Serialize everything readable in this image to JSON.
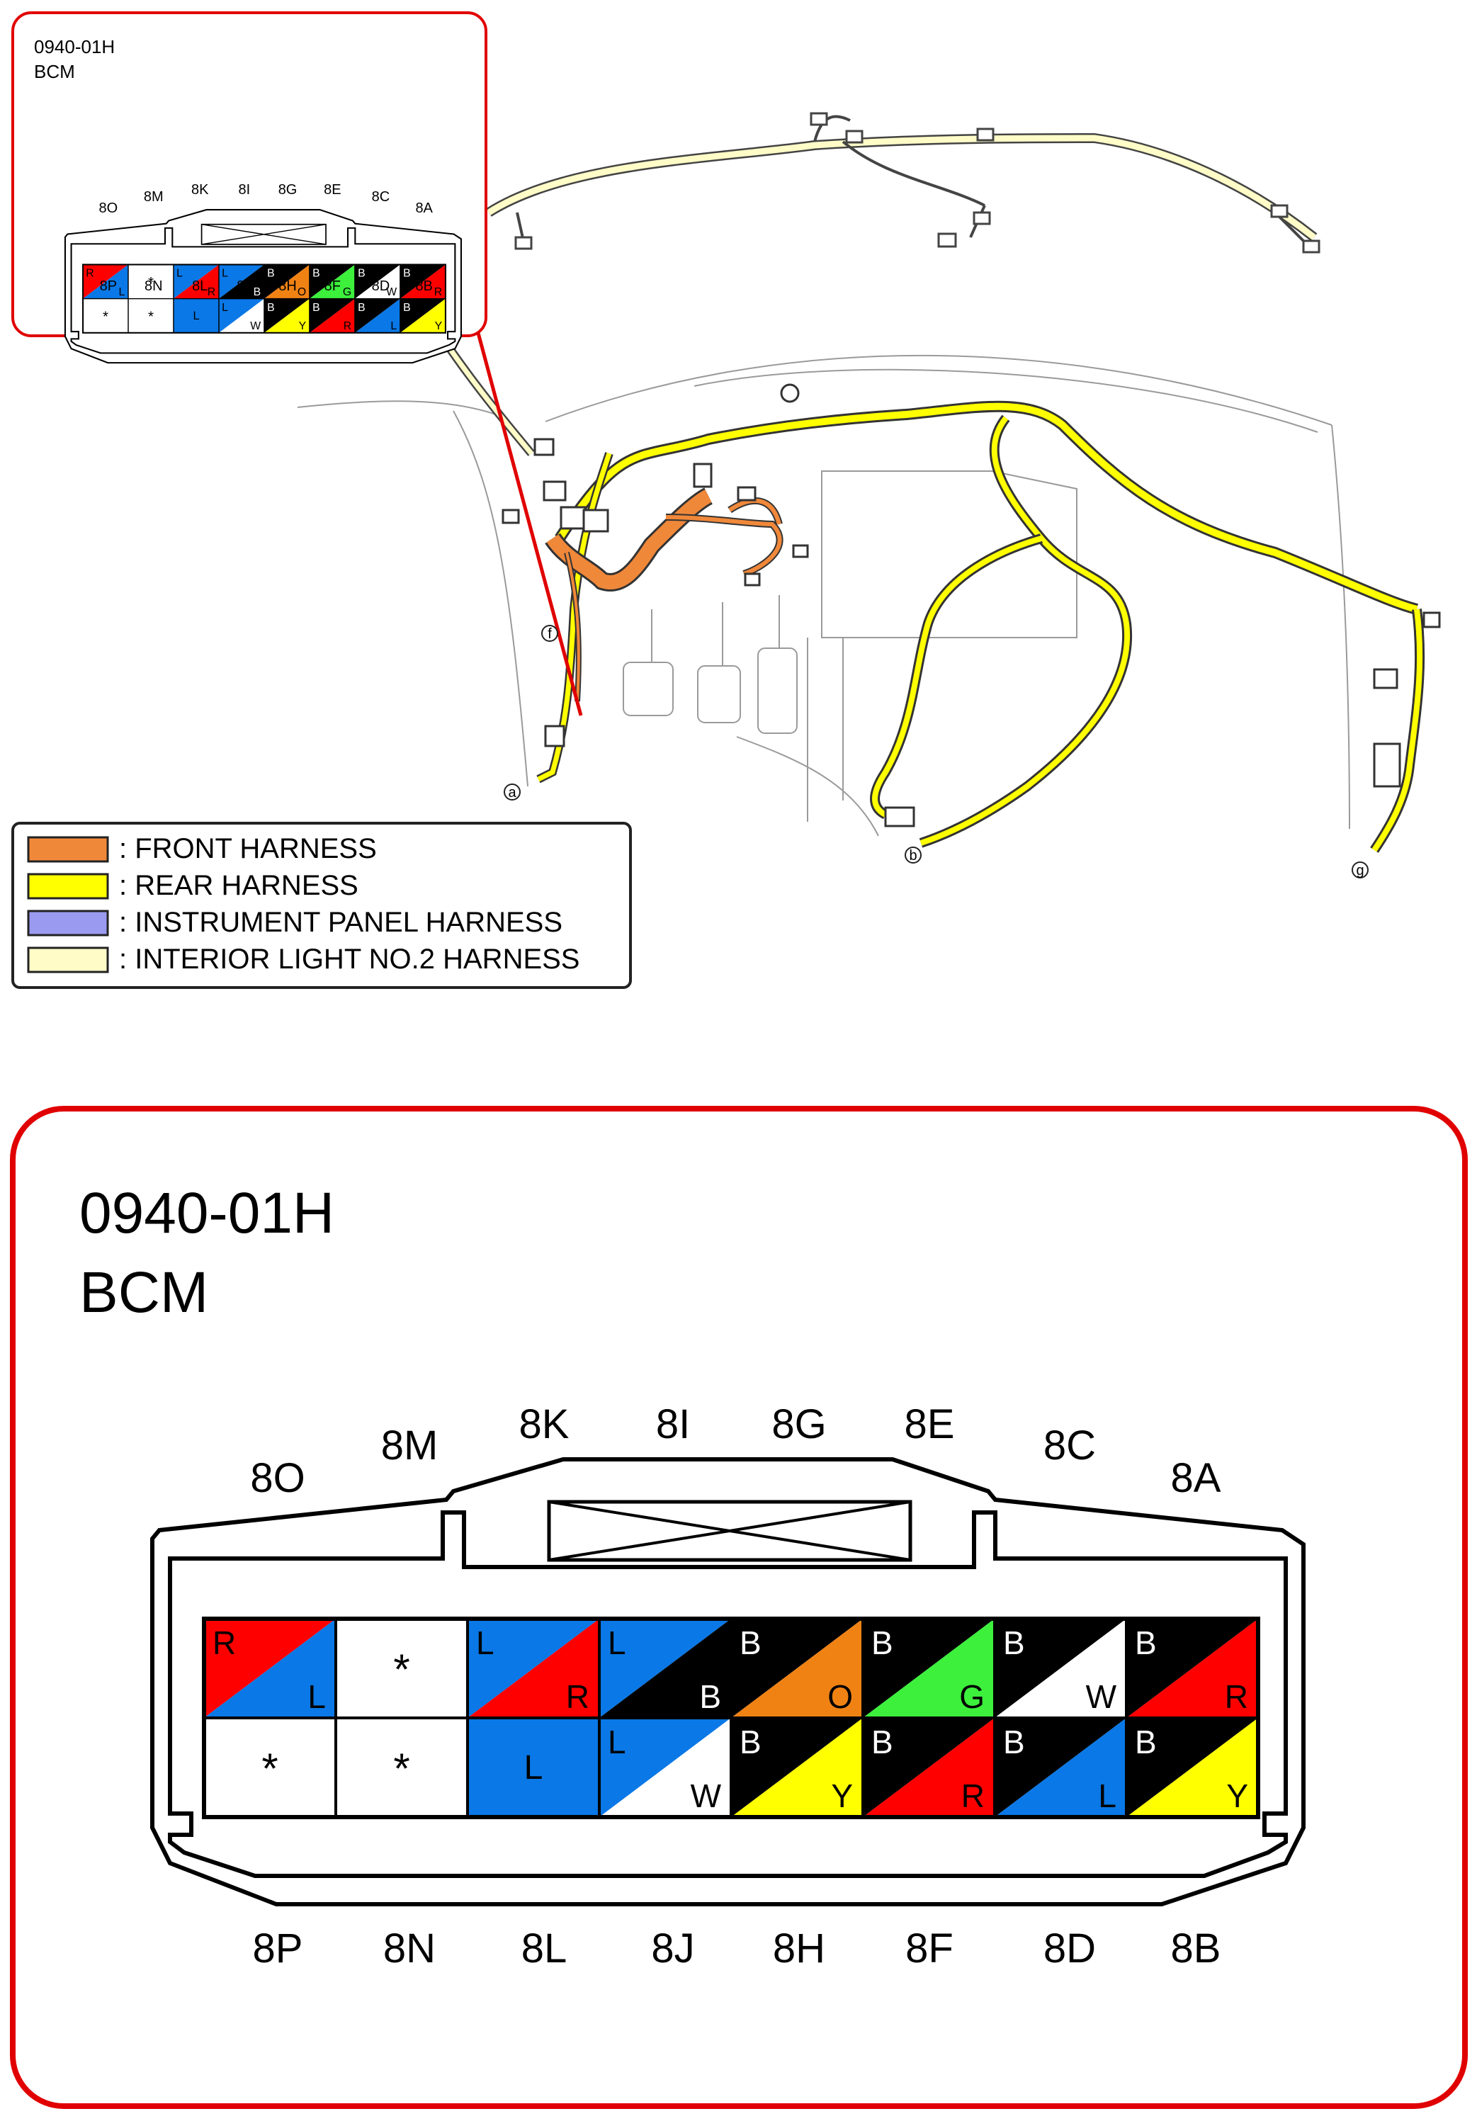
{
  "connector_code": "0940-01H",
  "connector_name": "BCM",
  "legend": [
    {
      "label": ": FRONT HARNESS",
      "color": "#f0883a"
    },
    {
      "label": ": REAR HARNESS",
      "color": "#ffff00"
    },
    {
      "label": ": INSTRUMENT PANEL HARNESS",
      "color": "#9a9af0"
    },
    {
      "label": ": INTERIOR LIGHT NO.2 HARNESS",
      "color": "#fffcc8"
    }
  ],
  "locators": [
    "a",
    "b",
    "f",
    "g"
  ],
  "pin_labels_top": [
    "8O",
    "8M",
    "8K",
    "8I",
    "8G",
    "8E",
    "8C",
    "8A"
  ],
  "pin_labels_bottom": [
    "8P",
    "8N",
    "8L",
    "8J",
    "8H",
    "8F",
    "8D",
    "8B"
  ],
  "wire_colors": {
    "R": "#ff0000",
    "L": "#0a78e6",
    "B": "#000000",
    "O": "#f08214",
    "G": "#3cf03c",
    "W": "#ffffff",
    "Y": "#ffff00"
  },
  "pins_top": [
    {
      "pin": "8O",
      "wire": [
        "R",
        "L"
      ]
    },
    {
      "pin": "8M",
      "wire": [
        "*"
      ]
    },
    {
      "pin": "8K",
      "wire": [
        "L",
        "R"
      ]
    },
    {
      "pin": "8I",
      "wire": [
        "L",
        "B"
      ]
    },
    {
      "pin": "8G",
      "wire": [
        "B",
        "O"
      ]
    },
    {
      "pin": "8E",
      "wire": [
        "B",
        "G"
      ]
    },
    {
      "pin": "8C",
      "wire": [
        "B",
        "W"
      ]
    },
    {
      "pin": "8A",
      "wire": [
        "B",
        "R"
      ]
    }
  ],
  "pins_bottom": [
    {
      "pin": "8P",
      "wire": [
        "*"
      ]
    },
    {
      "pin": "8N",
      "wire": [
        "*"
      ]
    },
    {
      "pin": "8L",
      "wire": [
        "L"
      ]
    },
    {
      "pin": "8J",
      "wire": [
        "L",
        "W"
      ]
    },
    {
      "pin": "8H",
      "wire": [
        "B",
        "Y"
      ]
    },
    {
      "pin": "8F",
      "wire": [
        "B",
        "R"
      ]
    },
    {
      "pin": "8D",
      "wire": [
        "B",
        "L"
      ]
    },
    {
      "pin": "8B",
      "wire": [
        "B",
        "Y"
      ]
    }
  ]
}
